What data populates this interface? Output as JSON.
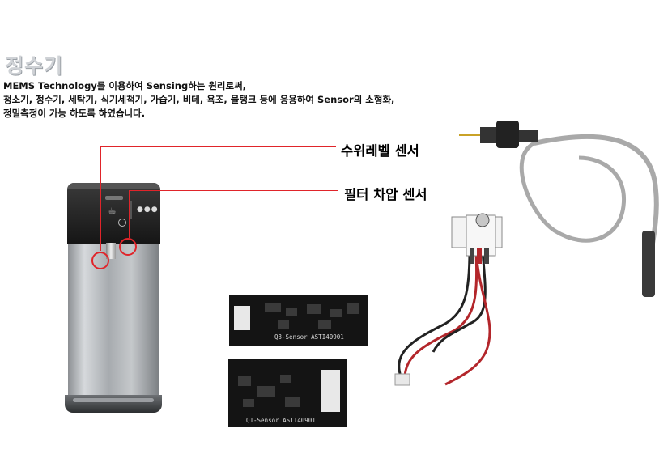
{
  "heading": "정수기",
  "description": [
    "MEMS Technology를 이용하여 Sensing하는 원리로써,",
    "청소기, 정수기, 세탁기, 식기세척기, 가습기, 비데, 욕조, 물탱크 등에 응용하여 Sensor의 소형화,",
    "정밀측정이 가능 하도록 하였습니다."
  ],
  "callouts": {
    "water_level": "수위레벨 센서",
    "filter_pressure": "필터 차압 센서"
  },
  "pcb_labels": {
    "board_a": "Q3-Sensor   ASTI40901",
    "board_b": "Q1-Sensor ASTI40901"
  },
  "colors": {
    "accent": "#e0242a",
    "heading": "#cfd2d6"
  }
}
